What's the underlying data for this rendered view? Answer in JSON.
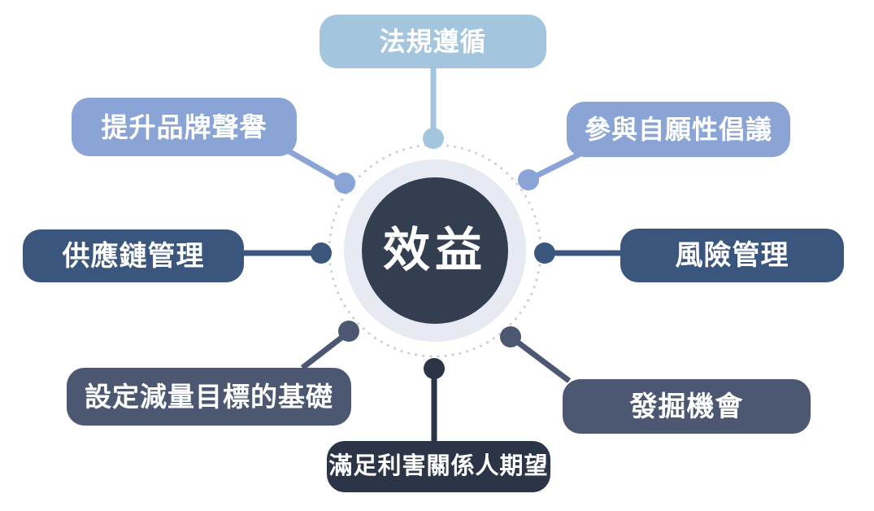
{
  "diagram": {
    "type": "radial-spoke-diagram",
    "background_color": "#ffffff",
    "center": {
      "label": "效益",
      "circle_color": "#333E50",
      "ring_color": "#E7EAF2",
      "dotted_circle_color": "#C9CDD6",
      "text_color": "#ffffff"
    },
    "items": [
      {
        "position": "top",
        "label": "法規遵循",
        "color": "#A3C6DE"
      },
      {
        "position": "top-left",
        "label": "提升品牌聲譽",
        "color": "#8AA4D6"
      },
      {
        "position": "top-right",
        "label": "參與自願性倡議",
        "color": "#8AA4D6"
      },
      {
        "position": "left",
        "label": "供應鏈管理",
        "color": "#3A567D"
      },
      {
        "position": "right",
        "label": "風險管理",
        "color": "#3A567D"
      },
      {
        "position": "bottom-left",
        "label": "設定減量目標的基礎",
        "color": "#4C5872"
      },
      {
        "position": "bottom-right",
        "label": "發掘機會",
        "color": "#4C5872"
      },
      {
        "position": "bottom",
        "label": "滿足利害關係人期望",
        "color": "#2B3547"
      }
    ]
  }
}
